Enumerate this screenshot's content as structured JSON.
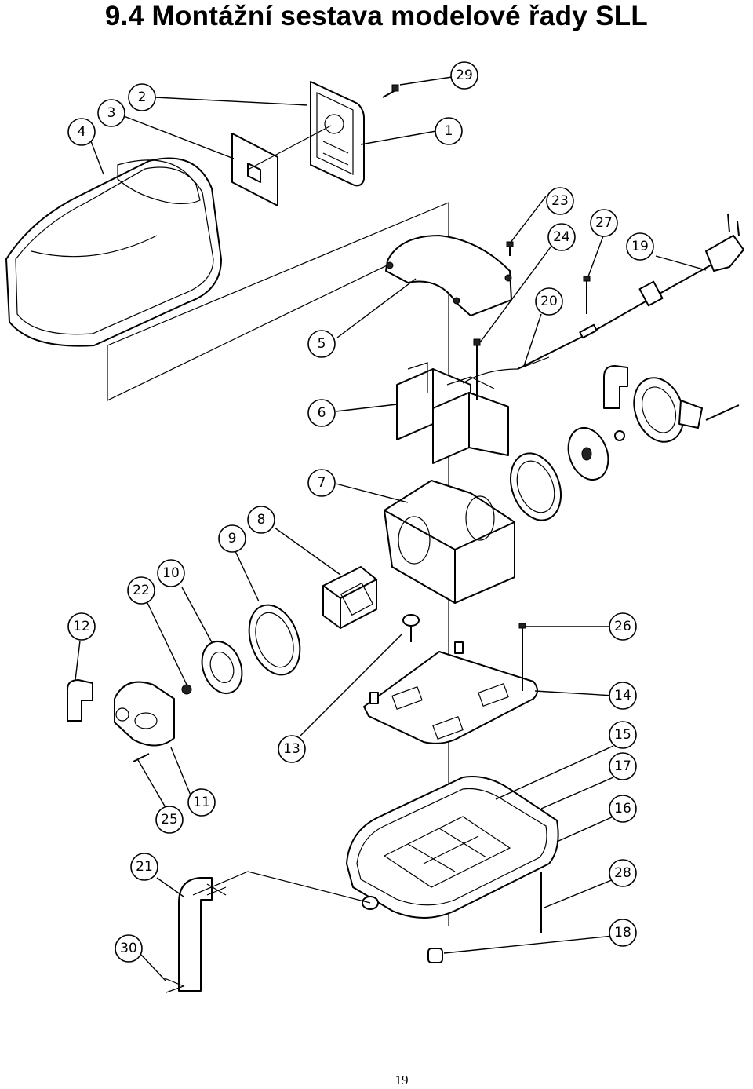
{
  "title": "9.4  Montážní sestava modelové řady SLL",
  "page_number": "19",
  "callouts": [
    "1",
    "2",
    "3",
    "4",
    "5",
    "6",
    "7",
    "8",
    "9",
    "10",
    "11",
    "12",
    "13",
    "14",
    "15",
    "16",
    "17",
    "18",
    "19",
    "20",
    "21",
    "22",
    "23",
    "24",
    "25",
    "26",
    "27",
    "28",
    "29",
    "30"
  ]
}
